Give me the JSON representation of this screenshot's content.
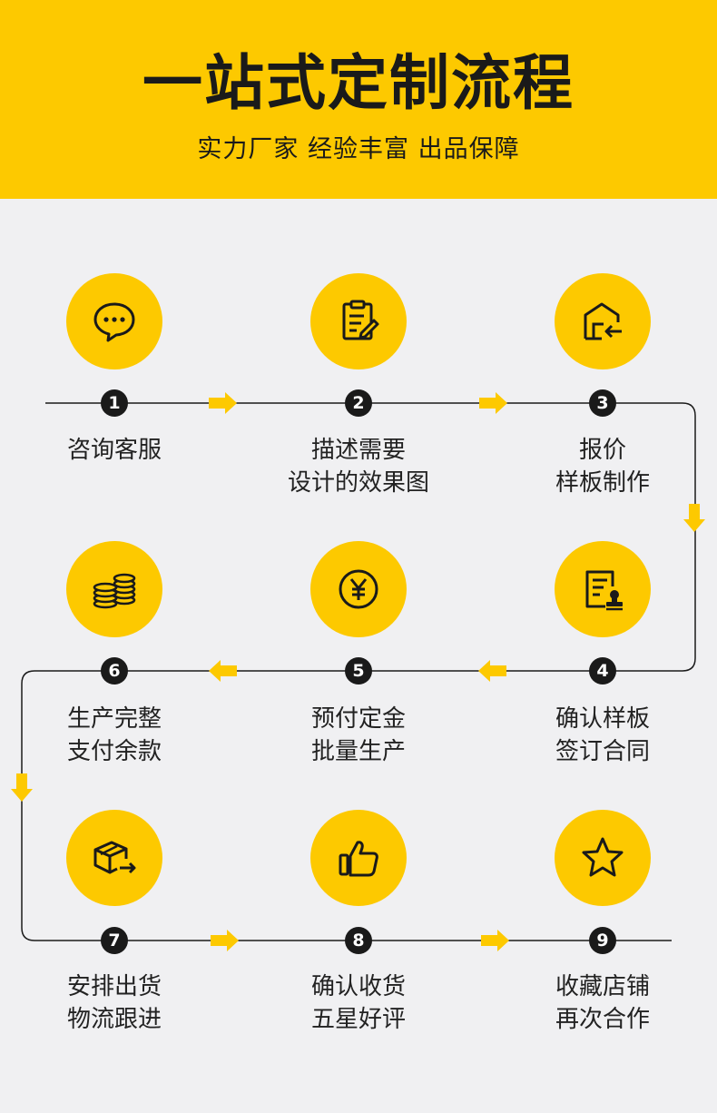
{
  "header": {
    "title": "一站式定制流程",
    "subtitle": "实力厂家 经验丰富 出品保障"
  },
  "colors": {
    "accent": "#fdc900",
    "dark": "#1a1a1a",
    "background": "#f0f0f2"
  },
  "steps": [
    {
      "number": "1",
      "icon": "chat-bubble-icon",
      "line1": "咨询客服",
      "line2": ""
    },
    {
      "number": "2",
      "icon": "clipboard-edit-icon",
      "line1": "描述需要",
      "line2": "设计的效果图"
    },
    {
      "number": "3",
      "icon": "house-return-icon",
      "line1": "报价",
      "line2": "样板制作"
    },
    {
      "number": "4",
      "icon": "contract-stamp-icon",
      "line1": "确认样板",
      "line2": "签订合同"
    },
    {
      "number": "5",
      "icon": "yen-coin-icon",
      "line1": "预付定金",
      "line2": "批量生产"
    },
    {
      "number": "6",
      "icon": "coin-stack-icon",
      "line1": "生产完整",
      "line2": "支付余款"
    },
    {
      "number": "7",
      "icon": "package-delivery-icon",
      "line1": "安排出货",
      "line2": "物流跟进"
    },
    {
      "number": "8",
      "icon": "thumbs-up-icon",
      "line1": "确认收货",
      "line2": "五星好评"
    },
    {
      "number": "9",
      "icon": "star-icon",
      "line1": "收藏店铺",
      "line2": "再次合作"
    }
  ]
}
